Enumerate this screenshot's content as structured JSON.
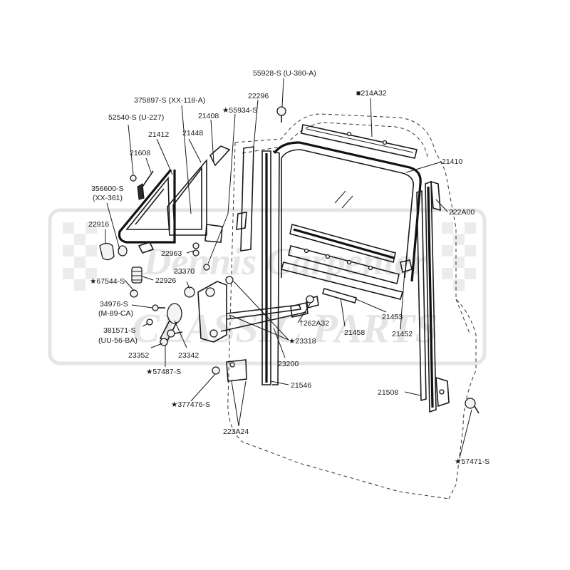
{
  "diagram": {
    "labels": {
      "p55928": "55928-S (U-380-A)",
      "p214A32": "■214A32",
      "p375897": "375897-S (XX-118-A)",
      "p22296": "22296",
      "p52540": "52540-S (U-227)",
      "p21408": "21408",
      "p55934": "★55934-S",
      "p21412": "21412",
      "p21448": "21448",
      "p21608": "21608",
      "p21410": "21410",
      "p356600a": "356600-S",
      "p356600b": "(XX-361)",
      "p222A00": "222A00",
      "p22916": "22916",
      "p22963": "22963",
      "p23370": "23370",
      "p67544": "★67544-S",
      "p22926": "22926",
      "p34976a": "34976-S",
      "p34976b": "(M-89-CA)",
      "p262A32": "†262A32",
      "p21453": "21453",
      "p381571a": "381571-S",
      "p381571b": "(UU-56-BA)",
      "p21458": "21458",
      "p21452": "21452",
      "p23318": "★23318",
      "p23352": "23352",
      "p23342": "23342",
      "p23200": "23200",
      "p57487": "★57487-S",
      "p21546": "21546",
      "p21508": "21508",
      "p377476": "★377476-S",
      "p223A24": "223A24",
      "p57471": "★57471-S"
    },
    "watermark": {
      "line1": "Dennis Carpenter",
      "line2": "CLASSIC PARTS"
    }
  }
}
